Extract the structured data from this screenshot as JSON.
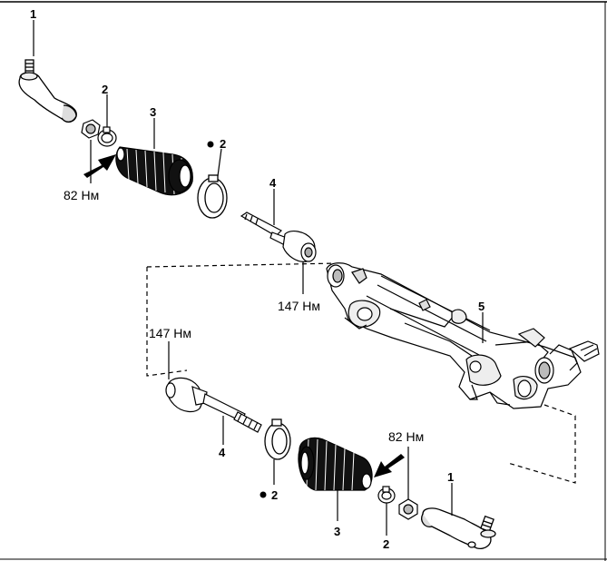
{
  "callouts": {
    "tie_rod_end_top": "1",
    "clip_top": "2",
    "boot_top": "3",
    "clamp_top": "2",
    "inner_rod_top": "4",
    "rack_assembly": "5",
    "inner_rod_bottom": "4",
    "clamp_bottom": "2",
    "boot_bottom": "3",
    "clip_bottom": "2",
    "tie_rod_end_bottom": "1"
  },
  "torques": {
    "nut_top": "82 Нм",
    "inner_rod_top": "147 Нм",
    "inner_rod_bottom": "147 Нм",
    "nut_bottom": "82 Нм"
  },
  "markers": {
    "replace_bullet": "●"
  }
}
